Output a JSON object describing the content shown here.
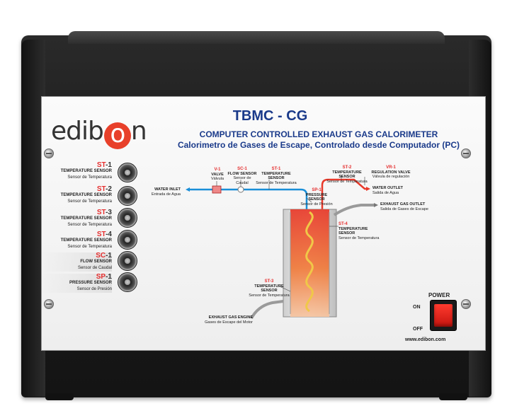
{
  "brand": {
    "logo_prefix": "edib",
    "logo_dot": "o",
    "logo_suffix": "n"
  },
  "header": {
    "model": "TBMC - CG",
    "title_en": "COMPUTER CONTROLLED EXHAUST GAS CALORIMETER",
    "title_es": "Calorimetro de Gases de Escape, Controlado desde Computador (PC)"
  },
  "sensors": [
    {
      "prefix": "ST",
      "num": "-1",
      "en": "TEMPERATURE SENSOR",
      "es": "Sensor de Temperatura"
    },
    {
      "prefix": "ST",
      "num": "-2",
      "en": "TEMPERATURE SENSOR",
      "es": "Sensor de Temperatura"
    },
    {
      "prefix": "ST",
      "num": "-3",
      "en": "TEMPERATURE SENSOR",
      "es": "Sensor de Temperatura"
    },
    {
      "prefix": "ST",
      "num": "-4",
      "en": "TEMPERATURE SENSOR",
      "es": "Sensor de Temperatura"
    },
    {
      "prefix": "SC",
      "num": "-1",
      "en": "FLOW SENSOR",
      "es": "Sensor de Caudal"
    },
    {
      "prefix": "SP",
      "num": "-1",
      "en": "PRESSURE SENSOR",
      "es": "Sensor de Presión"
    }
  ],
  "diagram": {
    "v1": {
      "code": "V-1",
      "en": "VALVE",
      "es": "Válvula"
    },
    "sc1": {
      "code": "SC-1",
      "en": "FLOW SENSOR",
      "es": "Sensor de Caudal"
    },
    "st1": {
      "code": "ST-1",
      "en": "TEMPERATURE SENSOR",
      "es": "Sensor de Temperatura"
    },
    "st2": {
      "code": "ST-2",
      "en": "TEMPERATURE SENSOR",
      "es": "Sensor de Temperatura"
    },
    "vr1": {
      "code": "VR-1",
      "en": "REGULATION VALVE",
      "es": "Válvula de regulación"
    },
    "sp1": {
      "code": "SP-1",
      "en": "PRESSURE SENSOR",
      "es": "Sensor de Presión"
    },
    "st4": {
      "code": "ST-4",
      "en": "TEMPERATURE SENSOR",
      "es": "Sensor de Temperatura"
    },
    "st3": {
      "code": "ST-3",
      "en": "TEMPERATURE SENSOR",
      "es": "Sensor de Temperatura"
    },
    "water_inlet": {
      "en": "WATER INLET",
      "es": "Entrada de Agua"
    },
    "water_outlet": {
      "en": "WATER OUTLET",
      "es": "Salida de Agua"
    },
    "exhaust_outlet": {
      "en": "EXHAUST GAS OUTLET",
      "es": "Salida de Gases de Escape"
    },
    "exhaust_engine": {
      "en": "EXHAUST GAS ENGINE",
      "es": "Gases de Escape del Motor"
    }
  },
  "power": {
    "label": "POWER",
    "on": "ON",
    "off": "OFF"
  },
  "website": "www.edibon.com",
  "colors": {
    "accent_red": "#e52d2d",
    "title_blue": "#1a3a8a",
    "water_blue": "#1a8fd8",
    "exhaust_gray": "#9a9a9a"
  }
}
